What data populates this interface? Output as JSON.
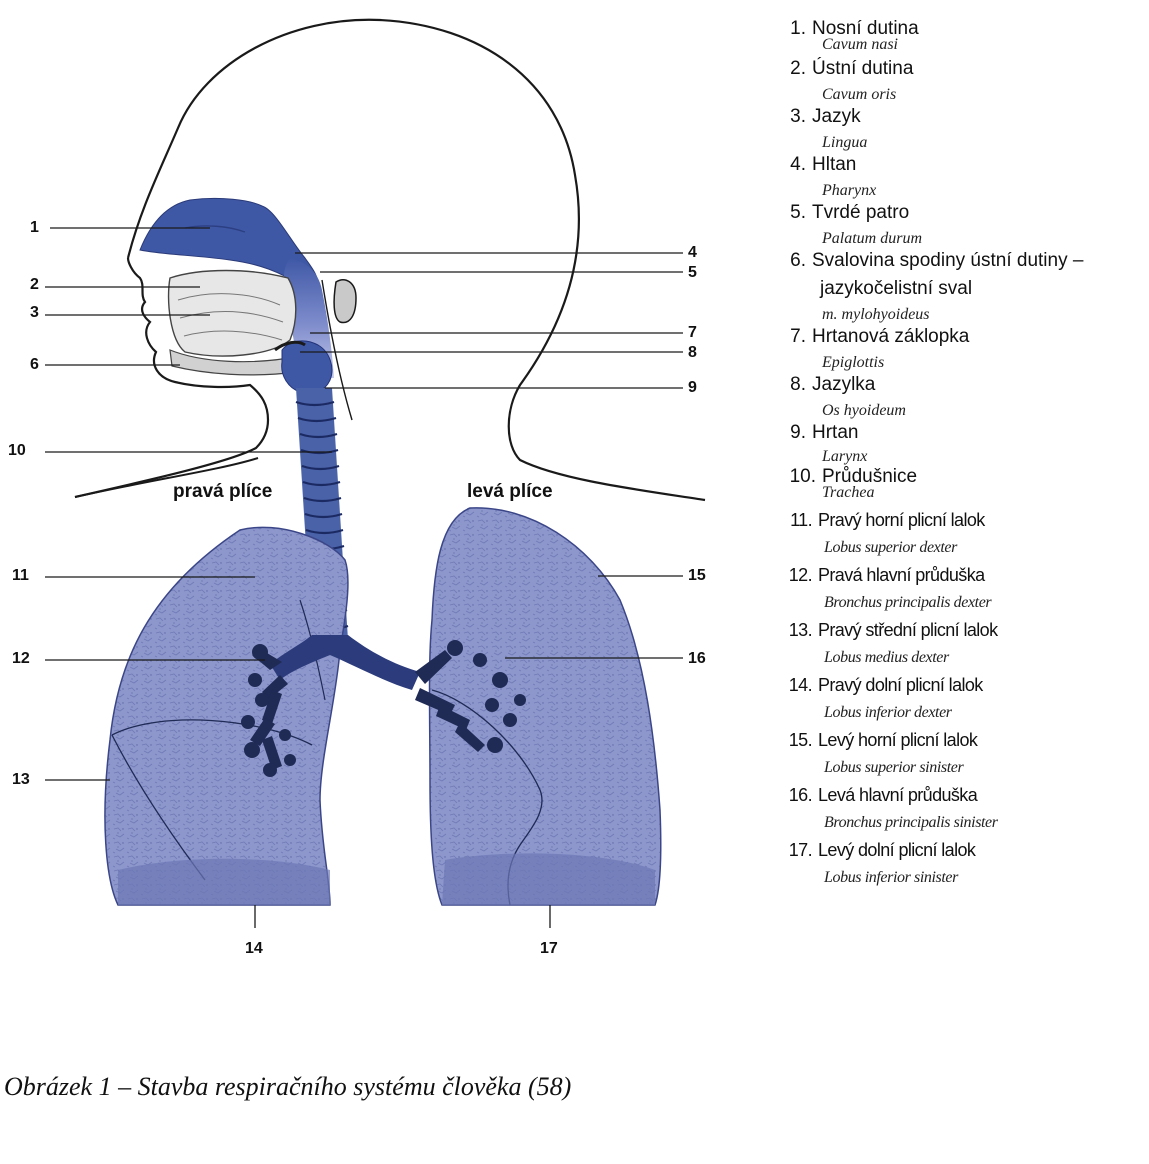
{
  "diagram": {
    "lung_labels": {
      "right": "pravá plíce",
      "left": "levá plíce"
    },
    "callout_numbers": [
      "1",
      "2",
      "3",
      "4",
      "5",
      "6",
      "7",
      "8",
      "9",
      "10",
      "11",
      "12",
      "13",
      "14",
      "15",
      "16",
      "17"
    ],
    "colors": {
      "organ_fill": "#8d97cc",
      "airway_fill": "#4a62a8",
      "bronchi_fill": "#1f2a55",
      "outline": "#1a1a1a"
    }
  },
  "caption": "Obrázek 1 – Stavba respiračního systému člověka (58)",
  "legend": {
    "items": [
      {
        "num": "1.",
        "czech": "Nosní dutina",
        "latin": "Cavum nasi"
      },
      {
        "num": "2.",
        "czech": "Ústní dutina",
        "latin": "Cavum oris"
      },
      {
        "num": "3.",
        "czech": "Jazyk",
        "latin": "Lingua"
      },
      {
        "num": "4.",
        "czech": "Hltan",
        "latin": "Pharynx"
      },
      {
        "num": "5.",
        "czech": "Tvrdé patro",
        "latin": "Palatum durum"
      },
      {
        "num": "6.",
        "czech": "Svalovina spodiny ústní dutiny –",
        "czech2": "jazykočelistní sval",
        "latin": "m. mylohyoideus"
      },
      {
        "num": "7.",
        "czech": "Hrtanová záklopka",
        "latin": "Epiglottis"
      },
      {
        "num": "8.",
        "czech": "Jazylka",
        "latin": "Os hyoideum"
      },
      {
        "num": "9.",
        "czech": "Hrtan",
        "latin": "Larynx"
      },
      {
        "num": "10.",
        "czech": "Průdušnice",
        "latin": "Trachea"
      },
      {
        "num": "11.",
        "czech": "Pravý horní plicní lalok",
        "latin": "Lobus superior dexter"
      },
      {
        "num": "12.",
        "czech": "Pravá hlavní průduška",
        "latin": "Bronchus principalis dexter"
      },
      {
        "num": "13.",
        "czech": "Pravý střední plicní lalok",
        "latin": "Lobus medius dexter"
      },
      {
        "num": "14.",
        "czech": "Pravý dolní plicní lalok",
        "latin": "Lobus inferior dexter"
      },
      {
        "num": "15.",
        "czech": "Levý horní plicní lalok",
        "latin": "Lobus superior sinister"
      },
      {
        "num": "16.",
        "czech": "Levá hlavní průduška",
        "latin": "Bronchus principalis sinister"
      },
      {
        "num": "17.",
        "czech": "Levý dolní plicní lalok",
        "latin": "Lobus inferior sinister"
      }
    ]
  }
}
